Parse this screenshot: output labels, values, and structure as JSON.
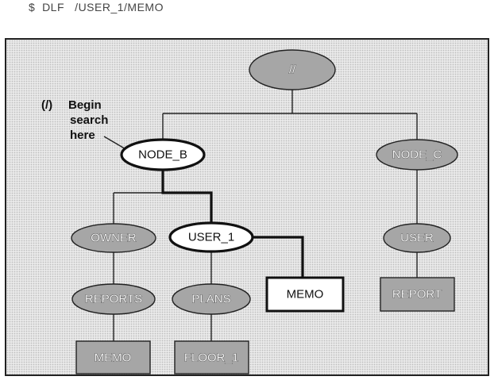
{
  "command": "$  DLF   /USER_1/MEMO",
  "annotation": {
    "marker": "(/)",
    "line1": "Begin",
    "line2": "search",
    "line3": "here"
  },
  "nodes": {
    "root": "//",
    "node_b": "NODE_B",
    "node_c": "NODE_C",
    "owner": "OWNER",
    "user_1": "USER_1",
    "user": "USER",
    "reports": "REPORTS",
    "plans": "PLANS",
    "memo_highlight": "MEMO",
    "report": "REPORT",
    "memo": "MEMO",
    "floor_1": "FLOOR_1"
  },
  "colors": {
    "grey_node": "#a6a6a6",
    "highlight_node": "#ffffff",
    "outline": "#222222"
  }
}
